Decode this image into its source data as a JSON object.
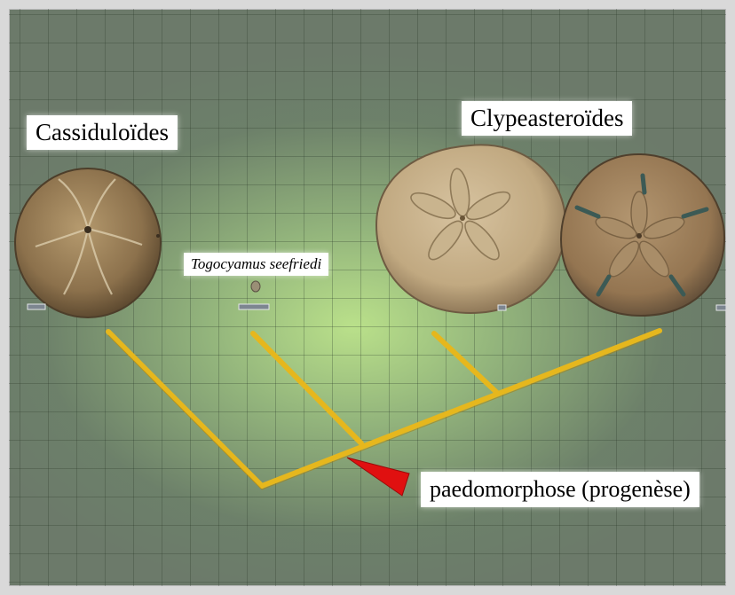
{
  "labels": {
    "cassiduloides": "Cassiduloïdes",
    "clypeasteroides": "Clypeasteroïdes",
    "togocyamus": "Togocyamus seefriedi",
    "paedomorphose": "paedomorphose (progenèse)"
  },
  "colors": {
    "tree_branch": "#e6b71d",
    "arrow": "#e01010",
    "label_background": "#ffffff"
  }
}
